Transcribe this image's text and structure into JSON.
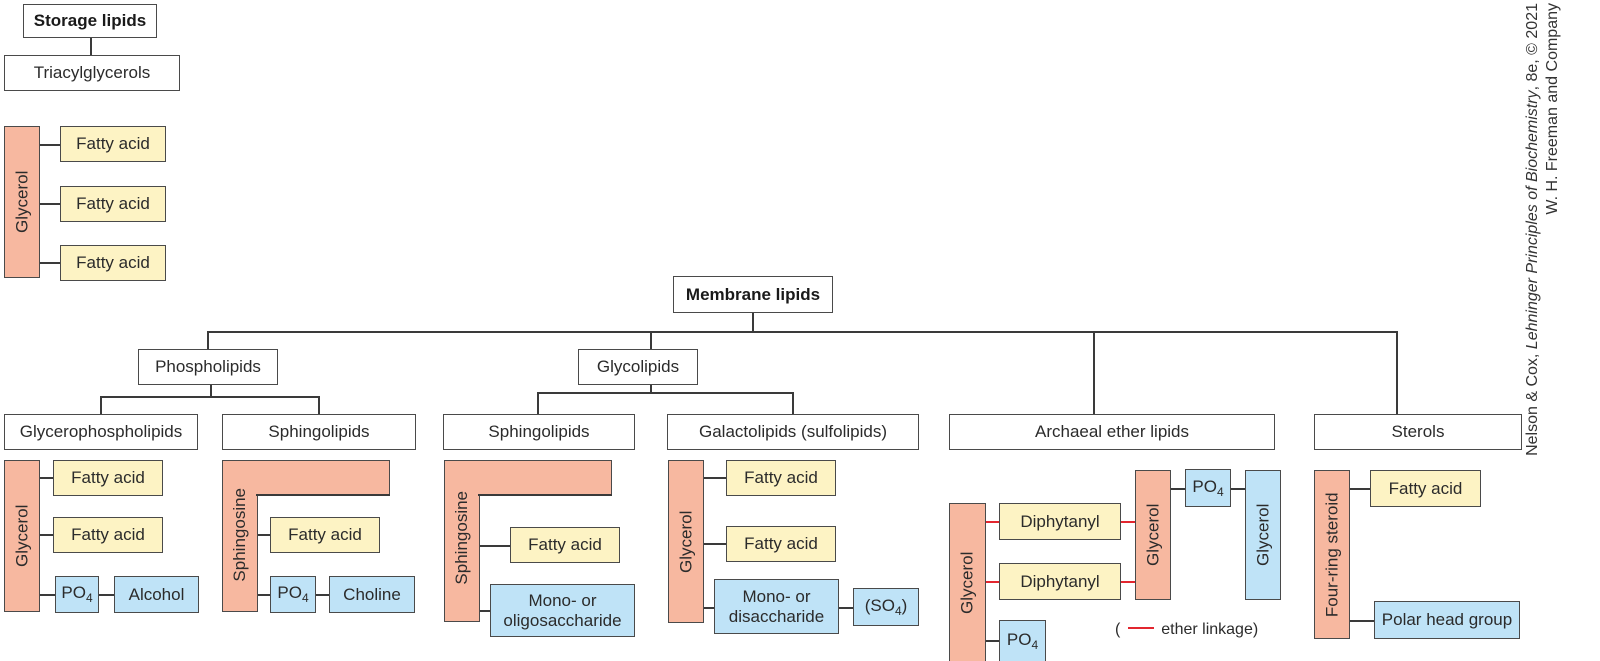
{
  "storage": {
    "title": "Storage lipids",
    "class": "Triacylglycerols",
    "backbone": "Glycerol",
    "chains": [
      "Fatty acid",
      "Fatty acid",
      "Fatty acid"
    ]
  },
  "membrane": {
    "title": "Membrane lipids",
    "phospholipids": {
      "label": "Phospholipids",
      "glycerophospholipids": {
        "label": "Glycerophospholipids",
        "backbone": "Glycerol",
        "chains": [
          "Fatty acid",
          "Fatty acid"
        ],
        "phosphate": "PO",
        "phosphate_sub": "4",
        "head": "Alcohol"
      },
      "sphingolipids": {
        "label": "Sphingolipids",
        "backbone": "Sphingosine",
        "chain": "Fatty acid",
        "phosphate": "PO",
        "phosphate_sub": "4",
        "head": "Choline"
      }
    },
    "glycolipids": {
      "label": "Glycolipids",
      "sphingolipids": {
        "label": "Sphingolipids",
        "backbone": "Sphingosine",
        "chain": "Fatty acid",
        "head_line1": "Mono- or",
        "head_line2": "oligosaccharide"
      },
      "galactolipids": {
        "label": "Galactolipids (sulfolipids)",
        "backbone": "Glycerol",
        "chains": [
          "Fatty acid",
          "Fatty acid"
        ],
        "head_line1": "Mono- or",
        "head_line2": "disaccharide",
        "sulfate": "(SO",
        "sulfate_sub": "4",
        "sulfate_close": ")"
      }
    },
    "archaeal": {
      "label": "Archaeal ether lipids",
      "backbone_left": "Glycerol",
      "chains": [
        "Diphytanyl",
        "Diphytanyl"
      ],
      "backbone_right": "Glycerol",
      "phosphate_top": "PO",
      "phosphate_top_sub": "4",
      "head": "Glycerol",
      "phosphate_bottom": "PO",
      "phosphate_bottom_sub": "4",
      "legend_open": "(",
      "legend_text": "ether linkage)"
    },
    "sterols": {
      "label": "Sterols",
      "backbone": "Four-ring steroid",
      "chain": "Fatty acid",
      "head": "Polar head group"
    }
  },
  "credit": {
    "line1_prefix": "Nelson & Cox, ",
    "line1_title": "Lehninger Principles of Biochemistry",
    "line1_suffix": ", 8e, © 2021",
    "line2": "W. H. Freeman and Company"
  },
  "colors": {
    "fatty_acid": "#fdf3c4",
    "backbone": "#f7b8a0",
    "polar": "#bfe3f7",
    "ether_linkage": "#e2262f"
  }
}
